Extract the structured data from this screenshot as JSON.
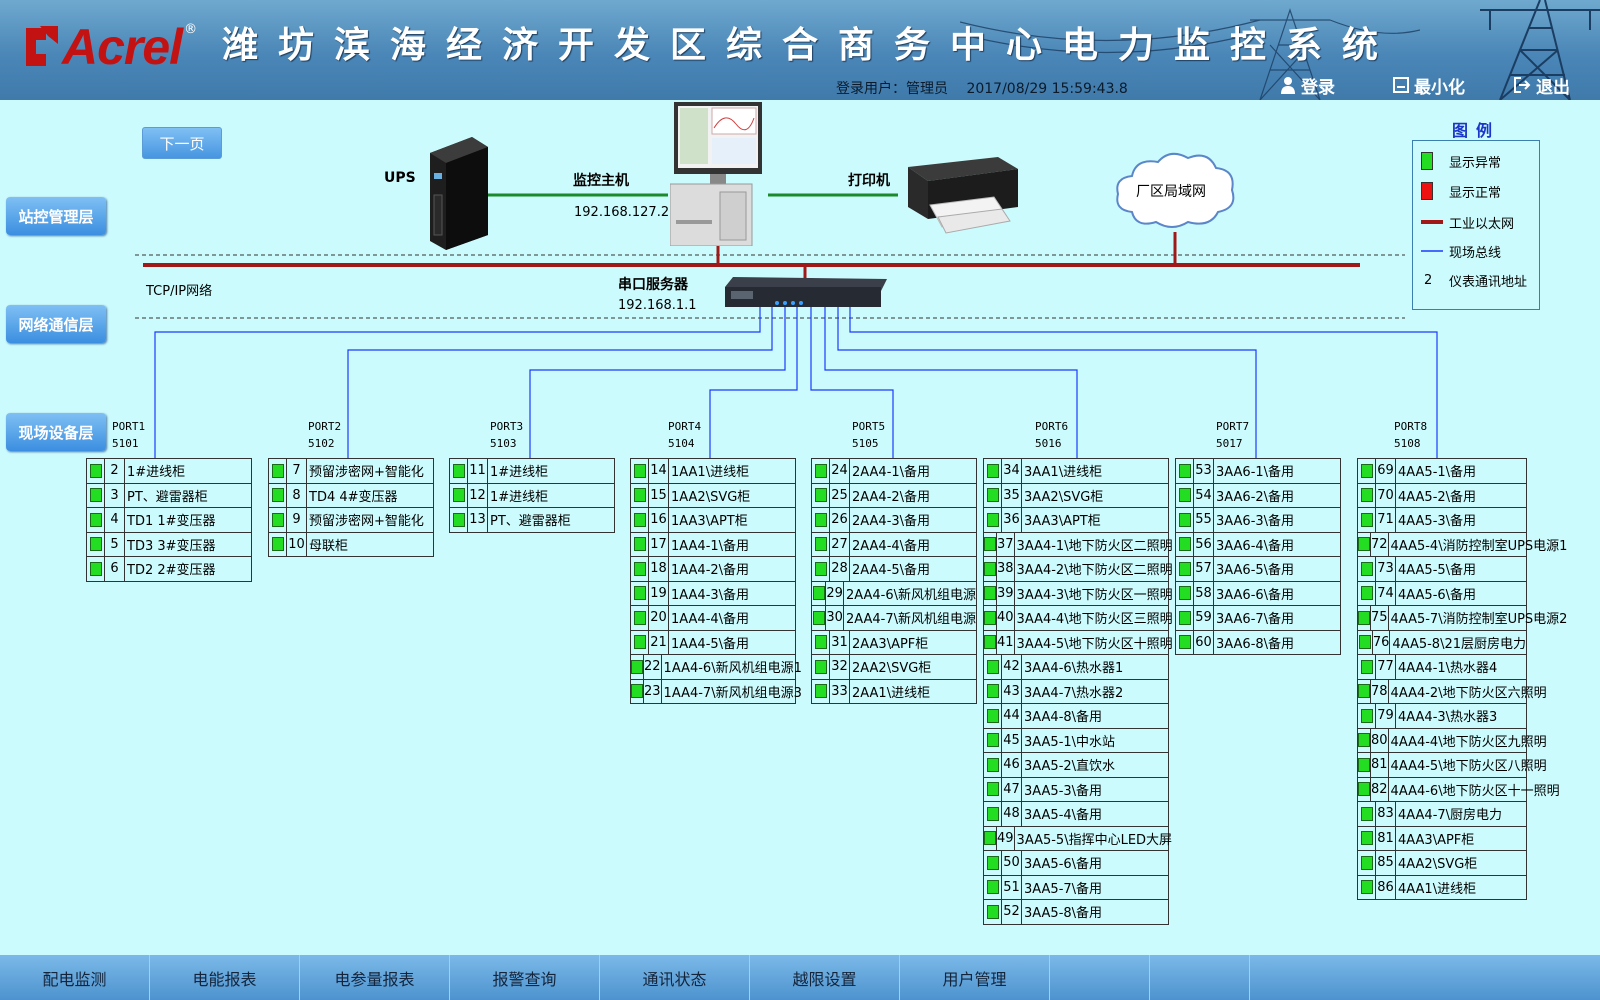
{
  "header": {
    "logo": "Acrel",
    "title": "潍坊滨海经济开发区综合商务中心电力监控系统",
    "user_label": "登录用户：管理员",
    "datetime": "2017/08/29 15:59:43.8",
    "login": "登录",
    "minimize": "最小化",
    "exit": "退出"
  },
  "layers": {
    "station": "站控管理层",
    "network": "网络通信层",
    "field": "现场设备层"
  },
  "next_page": "下一页",
  "topology": {
    "ups": "UPS",
    "host": "监控主机",
    "host_ip": "192.168.127.2",
    "printer": "打印机",
    "lan": "厂区局域网",
    "tcp": "TCP/IP网络",
    "serial_server": "串口服务器",
    "serial_ip": "192.168.1.1"
  },
  "legend": {
    "title": "图例",
    "items": [
      "显示异常",
      "显示正常",
      "工业以太网",
      "现场总线",
      "仪表通讯地址"
    ],
    "address_sample": "2",
    "colors": {
      "green": "#22dd22",
      "red": "#ee1111",
      "ethernet": "#a01818",
      "fieldbus": "#1a3aff"
    }
  },
  "ports": [
    {
      "port": "PORT1",
      "code": "5101",
      "devices": [
        {
          "n": "2",
          "name": "1#进线柜"
        },
        {
          "n": "3",
          "name": "PT、避雷器柜"
        },
        {
          "n": "4",
          "name": "TD1 1#变压器"
        },
        {
          "n": "5",
          "name": "TD3 3#变压器"
        },
        {
          "n": "6",
          "name": "TD2 2#变压器"
        }
      ]
    },
    {
      "port": "PORT2",
      "code": "5102",
      "devices": [
        {
          "n": "7",
          "name": "预留涉密网+智能化"
        },
        {
          "n": "8",
          "name": "TD4 4#变压器"
        },
        {
          "n": "9",
          "name": "预留涉密网+智能化"
        },
        {
          "n": "10",
          "name": "母联柜"
        }
      ]
    },
    {
      "port": "PORT3",
      "code": "5103",
      "devices": [
        {
          "n": "11",
          "name": "1#进线柜"
        },
        {
          "n": "12",
          "name": "1#进线柜"
        },
        {
          "n": "13",
          "name": "PT、避雷器柜"
        }
      ]
    },
    {
      "port": "PORT4",
      "code": "5104",
      "devices": [
        {
          "n": "14",
          "name": "1AA1\\进线柜"
        },
        {
          "n": "15",
          "name": "1AA2\\SVG柜"
        },
        {
          "n": "16",
          "name": "1AA3\\APT柜"
        },
        {
          "n": "17",
          "name": "1AA4-1\\备用"
        },
        {
          "n": "18",
          "name": "1AA4-2\\备用"
        },
        {
          "n": "19",
          "name": "1AA4-3\\备用"
        },
        {
          "n": "20",
          "name": "1AA4-4\\备用"
        },
        {
          "n": "21",
          "name": "1AA4-5\\备用"
        },
        {
          "n": "22",
          "name": "1AA4-6\\新风机组电源1"
        },
        {
          "n": "23",
          "name": "1AA4-7\\新风机组电源3"
        }
      ]
    },
    {
      "port": "PORT5",
      "code": "5105",
      "devices": [
        {
          "n": "24",
          "name": "2AA4-1\\备用"
        },
        {
          "n": "25",
          "name": "2AA4-2\\备用"
        },
        {
          "n": "26",
          "name": "2AA4-3\\备用"
        },
        {
          "n": "27",
          "name": "2AA4-4\\备用"
        },
        {
          "n": "28",
          "name": "2AA4-5\\备用"
        },
        {
          "n": "29",
          "name": "2AA4-6\\新风机组电源"
        },
        {
          "n": "30",
          "name": "2AA4-7\\新风机组电源"
        },
        {
          "n": "31",
          "name": "2AA3\\APF柜"
        },
        {
          "n": "32",
          "name": "2AA2\\SVG柜"
        },
        {
          "n": "33",
          "name": "2AA1\\进线柜"
        }
      ]
    },
    {
      "port": "PORT6",
      "code": "5016",
      "devices": [
        {
          "n": "34",
          "name": "3AA1\\进线柜"
        },
        {
          "n": "35",
          "name": "3AA2\\SVG柜"
        },
        {
          "n": "36",
          "name": "3AA3\\APT柜"
        },
        {
          "n": "37",
          "name": "3AA4-1\\地下防火区二照明"
        },
        {
          "n": "38",
          "name": "3AA4-2\\地下防火区二照明"
        },
        {
          "n": "39",
          "name": "3AA4-3\\地下防火区一照明"
        },
        {
          "n": "40",
          "name": "3AA4-4\\地下防火区三照明"
        },
        {
          "n": "41",
          "name": "3AA4-5\\地下防火区十照明"
        },
        {
          "n": "42",
          "name": "3AA4-6\\热水器1"
        },
        {
          "n": "43",
          "name": "3AA4-7\\热水器2"
        },
        {
          "n": "44",
          "name": "3AA4-8\\备用"
        },
        {
          "n": "45",
          "name": "3AA5-1\\中水站"
        },
        {
          "n": "46",
          "name": "3AA5-2\\直饮水"
        },
        {
          "n": "47",
          "name": "3AA5-3\\备用"
        },
        {
          "n": "48",
          "name": "3AA5-4\\备用"
        },
        {
          "n": "49",
          "name": "3AA5-5\\指挥中心LED大屏"
        },
        {
          "n": "50",
          "name": "3AA5-6\\备用"
        },
        {
          "n": "51",
          "name": "3AA5-7\\备用"
        },
        {
          "n": "52",
          "name": "3AA5-8\\备用"
        }
      ]
    },
    {
      "port": "PORT7",
      "code": "5017",
      "devices": [
        {
          "n": "53",
          "name": "3AA6-1\\备用"
        },
        {
          "n": "54",
          "name": "3AA6-2\\备用"
        },
        {
          "n": "55",
          "name": "3AA6-3\\备用"
        },
        {
          "n": "56",
          "name": "3AA6-4\\备用"
        },
        {
          "n": "57",
          "name": "3AA6-5\\备用"
        },
        {
          "n": "58",
          "name": "3AA6-6\\备用"
        },
        {
          "n": "59",
          "name": "3AA6-7\\备用"
        },
        {
          "n": "60",
          "name": "3AA6-8\\备用"
        }
      ]
    },
    {
      "port": "PORT8",
      "code": "5108",
      "devices": [
        {
          "n": "69",
          "name": "4AA5-1\\备用"
        },
        {
          "n": "70",
          "name": "4AA5-2\\备用"
        },
        {
          "n": "71",
          "name": "4AA5-3\\备用"
        },
        {
          "n": "72",
          "name": "4AA5-4\\消防控制室UPS电源1"
        },
        {
          "n": "73",
          "name": "4AA5-5\\备用"
        },
        {
          "n": "74",
          "name": "4AA5-6\\备用"
        },
        {
          "n": "75",
          "name": "4AA5-7\\消防控制室UPS电源2"
        },
        {
          "n": "76",
          "name": "4AA5-8\\21层厨房电力"
        },
        {
          "n": "77",
          "name": "4AA4-1\\热水器4"
        },
        {
          "n": "78",
          "name": "4AA4-2\\地下防火区六照明"
        },
        {
          "n": "79",
          "name": "4AA4-3\\热水器3"
        },
        {
          "n": "80",
          "name": "4AA4-4\\地下防火区九照明"
        },
        {
          "n": "81",
          "name": "4AA4-5\\地下防火区八照明"
        },
        {
          "n": "82",
          "name": "4AA4-6\\地下防火区十一照明"
        },
        {
          "n": "83",
          "name": "4AA4-7\\厨房电力"
        },
        {
          "n": "81",
          "name": "4AA3\\APF柜"
        },
        {
          "n": "85",
          "name": "4AA2\\SVG柜"
        },
        {
          "n": "86",
          "name": "4AA1\\进线柜"
        }
      ]
    }
  ],
  "nav": [
    "配电监测",
    "电能报表",
    "电参量报表",
    "报警查询",
    "通讯状态",
    "越限设置",
    "用户管理"
  ]
}
